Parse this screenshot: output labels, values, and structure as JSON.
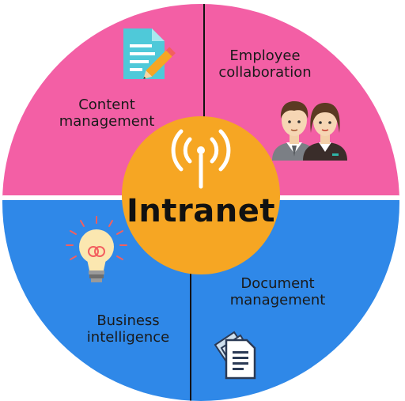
{
  "hub": {
    "title": "Intranet",
    "icon": "wifi-signal-icon"
  },
  "quadrants": [
    {
      "id": "content",
      "line1": "Content",
      "line2": "management",
      "color": "#f35fa5",
      "icon": "document-pen-icon"
    },
    {
      "id": "employee",
      "line1": "Employee",
      "line2": "collaboration",
      "color": "#f35fa5",
      "icon": "people-icon"
    },
    {
      "id": "business",
      "line1": "Business",
      "line2": "intelligence",
      "color": "#2f88e8",
      "icon": "lightbulb-icon"
    },
    {
      "id": "document",
      "line1": "Document",
      "line2": "management",
      "color": "#2f88e8",
      "icon": "documents-icon"
    }
  ],
  "colors": {
    "pink": "#f35fa5",
    "blue": "#2f88e8",
    "hub": "#f6a623",
    "divider": "#111111"
  }
}
